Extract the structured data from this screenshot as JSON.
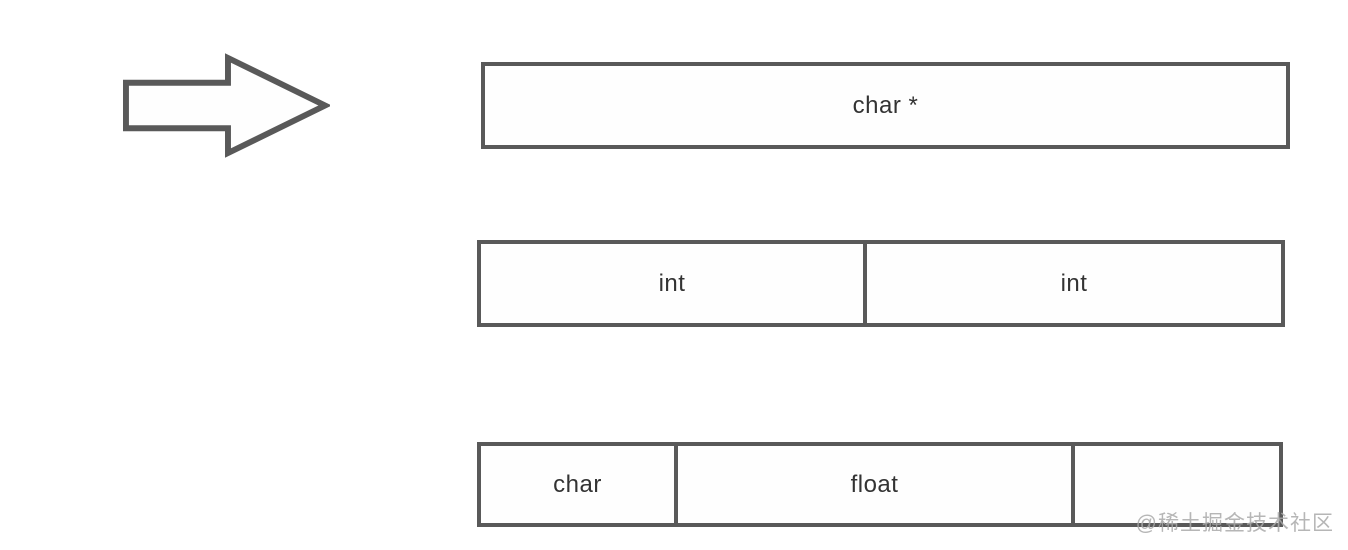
{
  "diagram": {
    "arrow": {
      "name": "right-block-arrow"
    },
    "rows": [
      {
        "name": "pointer-row",
        "cells": [
          {
            "label": "char *"
          }
        ]
      },
      {
        "name": "ints-row",
        "cells": [
          {
            "label": "int"
          },
          {
            "label": "int"
          }
        ]
      },
      {
        "name": "mixed-row",
        "cells": [
          {
            "label": "char"
          },
          {
            "label": "float"
          },
          {
            "label": ""
          }
        ]
      }
    ]
  },
  "watermark": {
    "text": "@稀土掘金技术社区"
  },
  "colors": {
    "border": "#595959",
    "text": "#333333",
    "watermark": "#aaaaaa",
    "background": "#ffffff"
  }
}
